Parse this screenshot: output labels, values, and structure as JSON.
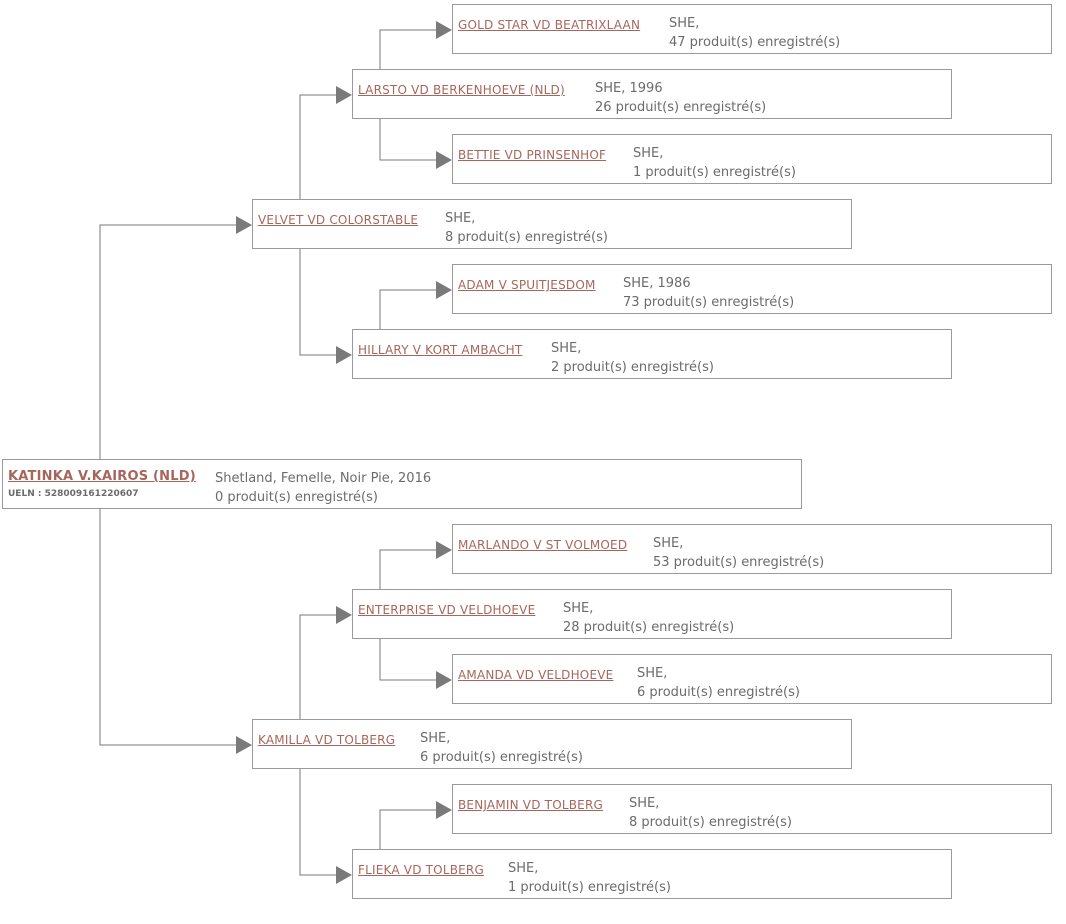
{
  "root": {
    "name": "KATINKA V.KAIROS (NLD)",
    "details": "Shetland, Femelle, Noir Pie, 2016",
    "products": "0 produit(s) enregistré(s)",
    "ueln": "UELN : 528009161220607"
  },
  "parents": {
    "sire": {
      "name": "VELVET VD COLORSTABLE",
      "details": "SHE,",
      "products": "8 produit(s) enregistré(s)"
    },
    "dam": {
      "name": "KAMILLA VD TOLBERG",
      "details": "SHE,",
      "products": "6 produit(s) enregistré(s)"
    }
  },
  "grandparents": {
    "sire_sire": {
      "name": "LARSTO VD BERKENHOEVE (NLD)",
      "details": "SHE, 1996",
      "products": "26 produit(s) enregistré(s)"
    },
    "sire_dam": {
      "name": "HILLARY V KORT AMBACHT",
      "details": "SHE,",
      "products": "2 produit(s) enregistré(s)"
    },
    "dam_sire": {
      "name": "ENTERPRISE VD VELDHOEVE",
      "details": "SHE,",
      "products": "28 produit(s) enregistré(s)"
    },
    "dam_dam": {
      "name": "FLIEKA VD TOLBERG",
      "details": "SHE,",
      "products": "1 produit(s) enregistré(s)"
    }
  },
  "great_grandparents": {
    "ss_sire": {
      "name": "GOLD STAR VD BEATRIXLAAN",
      "details": "SHE,",
      "products": "47 produit(s) enregistré(s)"
    },
    "ss_dam": {
      "name": "BETTIE VD PRINSENHOF",
      "details": "SHE,",
      "products": "1 produit(s) enregistré(s)"
    },
    "sd_sire": {
      "name": "ADAM V SPUITJESDOM",
      "details": "SHE, 1986",
      "products": "73 produit(s) enregistré(s)"
    },
    "ds_sire": {
      "name": "MARLANDO V ST VOLMOED",
      "details": "SHE,",
      "products": "53 produit(s) enregistré(s)"
    },
    "ds_dam": {
      "name": "AMANDA VD VELDHOEVE",
      "details": "SHE,",
      "products": "6 produit(s) enregistré(s)"
    },
    "dd_sire": {
      "name": "BENJAMIN VD TOLBERG",
      "details": "SHE,",
      "products": "8 produit(s) enregistré(s)"
    }
  },
  "colors": {
    "link": "#a7665c",
    "text": "#6b6b6b",
    "border": "#9a9a9a",
    "connector": "#7a7a7a"
  }
}
